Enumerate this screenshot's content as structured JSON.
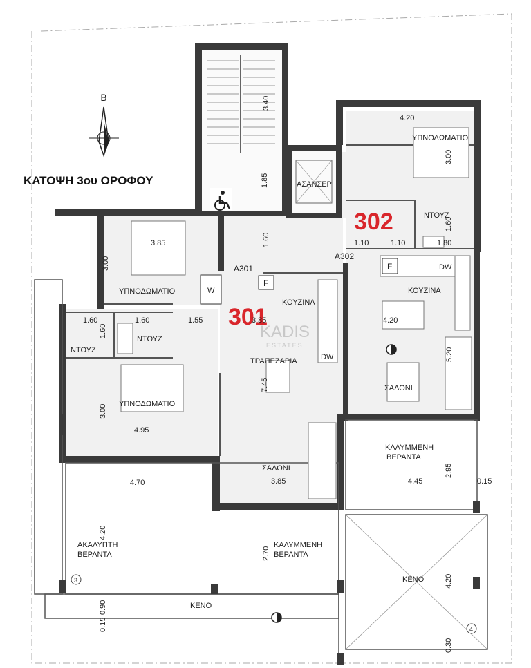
{
  "title": "ΚΑΤΟΨΗ 3ου ΟΡΟΦΟΥ",
  "north_label": "Β",
  "units": {
    "unit_301": "301",
    "unit_302": "302"
  },
  "watermark": {
    "main": "KADIS",
    "sub": "ESTATES"
  },
  "rooms": {
    "bedroom_302": "ΥΠΝΟΔΩΜΑΤΙΟ",
    "elevator": "ΑΣΑΝΣΕΡ",
    "shower_302": "ΝΤΟΥΖ",
    "kitchen_302": "ΚΟΥΖΙΝΑ",
    "living_302": "ΣΑΛΟΝΙ",
    "veranda_302": "ΚΑΛΥΜΜΕΝΗ ΒΕΡΑΝΤΑ",
    "void_right": "ΚΕΝΟ",
    "bedroom_301_a": "ΥΠΝΟΔΩΜΑΤΙΟ",
    "bedroom_301_b": "ΥΠΝΟΔΩΜΑΤΙΟ",
    "shower_301_a": "ΝΤΟΥΖ",
    "shower_301_b": "ΝΤΟΥΖ",
    "kitchen_301": "ΚΟΥΖΙΝΑ",
    "dining_301": "ΤΡΑΠΕΖΑΡΙΑ",
    "living_301": "ΣΑΛΟΝΙ",
    "open_veranda": "ΑΚΑΛΥΠΤΗ ΒΕΡΑΝΤΑ",
    "covered_veranda_301": "ΚΑΛΥΜΜΕΝΗ ΒΕΡΑΝΤΑ",
    "void_bottom": "ΚΕΝΟ"
  },
  "doors": {
    "a301": "Α301",
    "a302": "Α302"
  },
  "appliances": {
    "f": "F",
    "dw": "DW",
    "w": "W"
  },
  "markers": {
    "m3": "3",
    "m4": "4"
  },
  "dimensions": {
    "stair_340": "3.40",
    "lobby_185": "1.85",
    "lobby_160": "1.60",
    "b302_420": "4.20",
    "b302_300": "3.00",
    "sh302_160": "1.60",
    "d_110_a": "1.10",
    "d_110_b": "1.10",
    "d_180": "1.80",
    "k302_420": "4.20",
    "l302_520": "5.20",
    "v302_295": "2.95",
    "v302_445": "4.45",
    "v302_015": "0.15",
    "void_420": "4.20",
    "void_030": "0.30",
    "b301a_385": "3.85",
    "b301a_300": "3.00",
    "sh_160_a": "1.60",
    "sh_160_b": "1.60",
    "sh_160_c": "1.60",
    "hall_155": "1.55",
    "b301b_300": "3.00",
    "b301b_495": "4.95",
    "k301_385": "3.85",
    "din_745": "7.45",
    "liv_385": "3.85",
    "v301_470": "4.70",
    "v301_420": "4.20",
    "v301_270": "2.70",
    "bottom_015": "0.15",
    "bottom_090": "0.90"
  }
}
